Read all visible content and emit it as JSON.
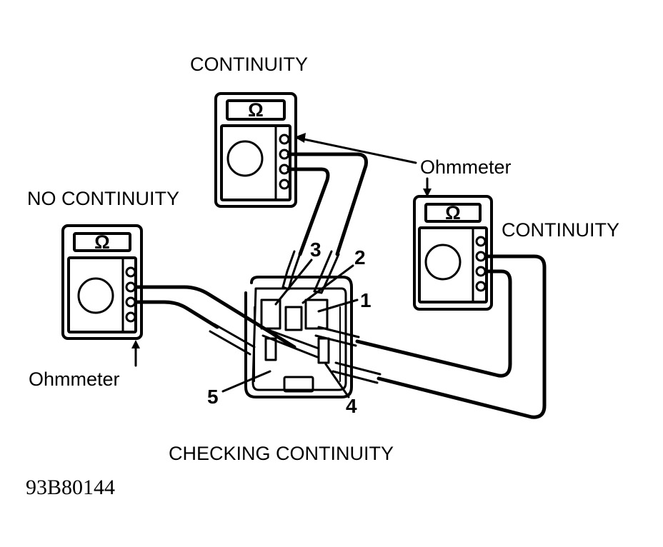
{
  "diagram": {
    "title": "CHECKING CONTINUITY",
    "figure_id": "93B80144",
    "colors": {
      "ink": "#000000",
      "paper": "#ffffff"
    },
    "meters": [
      {
        "id": "top",
        "result_label": "CONTINUITY",
        "display_symbol": "Ω"
      },
      {
        "id": "left",
        "result_label": "NO CONTINUITY",
        "display_symbol": "Ω",
        "callout": "Ohmmeter"
      },
      {
        "id": "right",
        "result_label": "CONTINUITY",
        "display_symbol": "Ω",
        "callout": "Ohmmeter"
      }
    ],
    "terminals": [
      "1",
      "2",
      "3",
      "4",
      "5"
    ]
  }
}
